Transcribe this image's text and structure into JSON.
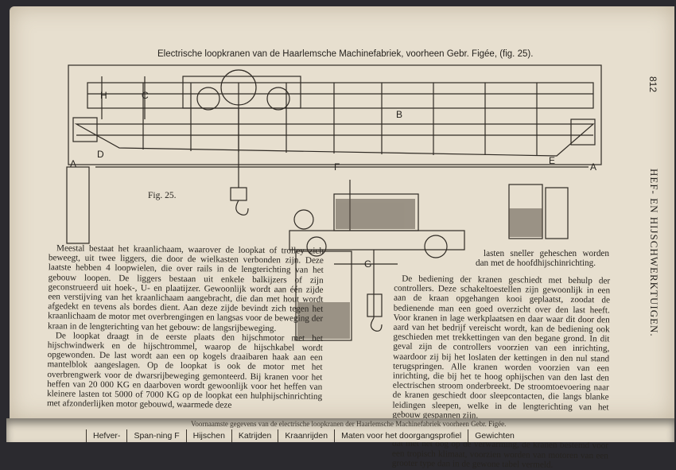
{
  "page": {
    "caption": "Electrische loopkranen van de Haarlemsche Machinefabriek, voorheen Gebr. Figée, (fig. 25).",
    "page_number": "812",
    "side_title": "HEF- EN HIJSCHWERKTUIGEN.",
    "figure_label": "Fig. 25.",
    "drawing_letters": [
      "H",
      "C",
      "B",
      "D",
      "A",
      "F",
      "E",
      "A",
      "G"
    ]
  },
  "left_column": [
    "Meestal bestaat het kraanlichaam, waarover de loopkat of trolley zich beweegt, uit twee liggers, die door de wielkasten verbonden zijn. Deze laatste hebben 4 loopwielen, die over rails in de lengterichting van het gebouw loopen. De liggers bestaan uit enkele balkijzers of zijn geconstrueerd uit hoek-, U- en plaatijzer. Gewoonlijk wordt aan één zijde een verstijving van het kraanlichaam aangebracht, die dan met hout wordt afgedekt en tevens als bordes dient. Aan deze zijde bevindt zich tegen het kraanlichaam de motor met overbrengingen en langsas voor de beweging der kraan in de lengterichting van het gebouw: de langsrijbeweging.",
    "De loopkat draagt in de eerste plaats den hijschmotor met het hijschwindwerk en de hijschtrommel, waarop de hijschkabel wordt opgewonden. De last wordt aan een op kogels draaibaren haak aan een mantelblok aangeslagen. Op de loopkat is ook de motor met het overbrengwerk voor de dwarsrijbeweging gemonteerd. Bij kranen voor het heffen van 20 000 KG en daarboven wordt gewoonlijk voor het heffen van kleinere lasten tot 5000 of 7000 KG op de loopkat een hulphijschinrichting met afzonderlijken motor gebouwd, waarmede deze"
  ],
  "right_column_top": "lasten sneller geheschen worden dan met de hoofdhijschinrichting.",
  "right_column": [
    "De bediening der kranen geschiedt met behulp der controllers. Deze schakeltoestellen zijn gewoonlijk in een aan de kraan opgehangen kooi geplaatst, zoodat de bedienende man een goed overzicht over den last heeft. Voor kranen in lage werkplaatsen en daar waar dit door den aard van het bedrijf vereischt wordt, kan de bediening ook geschieden met trekkettingen van den begane grond. In dit geval zijn de controllers voorzien van een inrichting, waardoor zij bij het loslaten der kettingen in den nul stand terugspringen. Alle kranen worden voorzien van een inrichting, die bij het te hoog ophijschen van den last den electrischen stroom onderbreekt. De stroomtoevoering naar de kranen geschiedt door sleepcontacten, die langs blanke leidingen sleepen, welke in de lengterichting van het gebouw gespannen zijn.",
    "De nevenstaande tabel geeft de hoofdafmetingen der normale electrische loopkranen aan. Hierbij is op te merken, dat met het oog op de verwarming, de kranen bestemd voor een tropisch klimaat, voorzien worden van motoren van een grooter type dan in de gewone tabel vermeld."
  ],
  "table": {
    "title": "Voornaamste gegevens van de electrische loopkranen der Haarlemsche Machinefabriek voorheen Gebr. Figée.",
    "headers": [
      "Hefver-",
      "Span-ning F",
      "Hijschen",
      "Katrijden",
      "Kraanrijden",
      "Maten voor het doorgangsprofiel",
      "Gewichten"
    ]
  }
}
